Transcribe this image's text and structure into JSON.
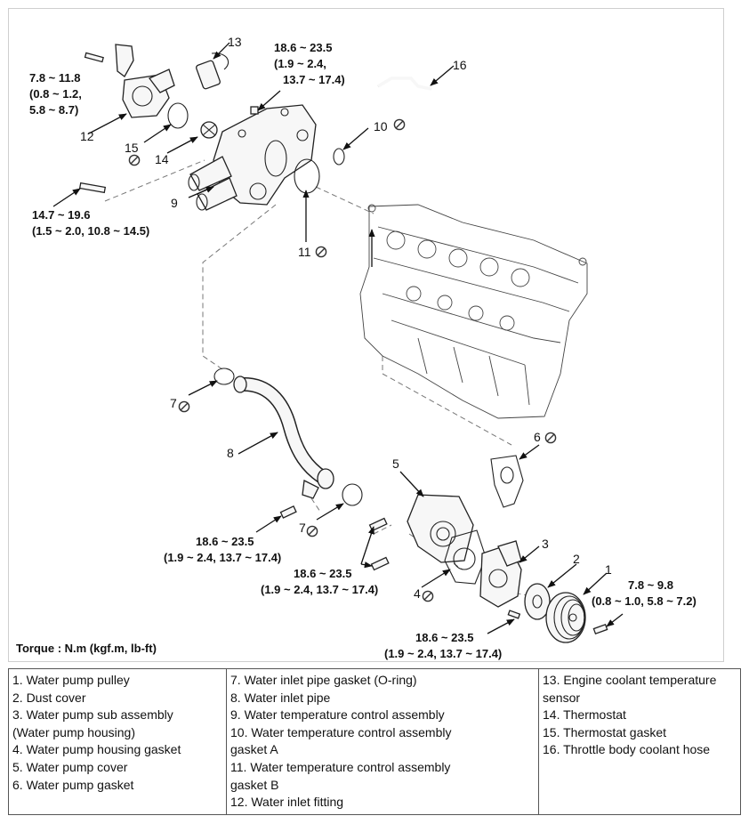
{
  "torque_note": "Torque : N.m (kgf.m, lb-ft)",
  "callouts": {
    "n1": "1",
    "n2": "2",
    "n3": "3",
    "n4": "4",
    "n5": "5",
    "n6": "6",
    "n7a": "7",
    "n7b": "7",
    "n8": "8",
    "n9": "9",
    "n10": "10",
    "n11": "11",
    "n12": "12",
    "n13": "13",
    "n14": "14",
    "n15": "15",
    "n16": "16"
  },
  "torques": {
    "t_fitting": [
      "7.8 ~ 11.8",
      "(0.8 ~ 1.2,",
      "5.8 ~ 8.7)"
    ],
    "t_housing_top": [
      "18.6 ~ 23.5",
      "(1.9 ~ 2.4,",
      "13.7 ~ 17.4)"
    ],
    "t_bolt_left": [
      "14.7 ~ 19.6",
      "(1.5 ~ 2.0, 10.8 ~ 14.5)"
    ],
    "t_pipe": [
      "18.6 ~ 23.5",
      "(1.9 ~ 2.4, 13.7 ~ 17.4)"
    ],
    "t_pump": [
      "18.6 ~ 23.5",
      "(1.9 ~ 2.4, 13.7 ~ 17.4)"
    ],
    "t_pulley": [
      "7.8 ~ 9.8",
      "(0.8 ~ 1.0, 5.8 ~ 7.2)"
    ],
    "t_sub": [
      "18.6 ~ 23.5",
      "(1.9 ~ 2.4, 13.7 ~ 17.4)"
    ]
  },
  "legend": {
    "col1": [
      "1. Water pump pulley",
      "2. Dust cover",
      "3. Water pump sub assembly",
      "(Water pump housing)",
      "4. Water pump housing gasket",
      "5. Water pump cover",
      "6. Water pump gasket"
    ],
    "col2": [
      "7. Water inlet pipe gasket (O-ring)",
      "8. Water inlet pipe",
      "9. Water temperature control assembly",
      "10. Water temperature control assembly",
      "gasket A",
      "11. Water temperature control assembly",
      "gasket B",
      "12. Water inlet fitting"
    ],
    "col3": [
      "13. Engine coolant temperature",
      "sensor",
      "14. Thermostat",
      "15. Thermostat gasket",
      "16. Throttle body coolant hose"
    ]
  }
}
